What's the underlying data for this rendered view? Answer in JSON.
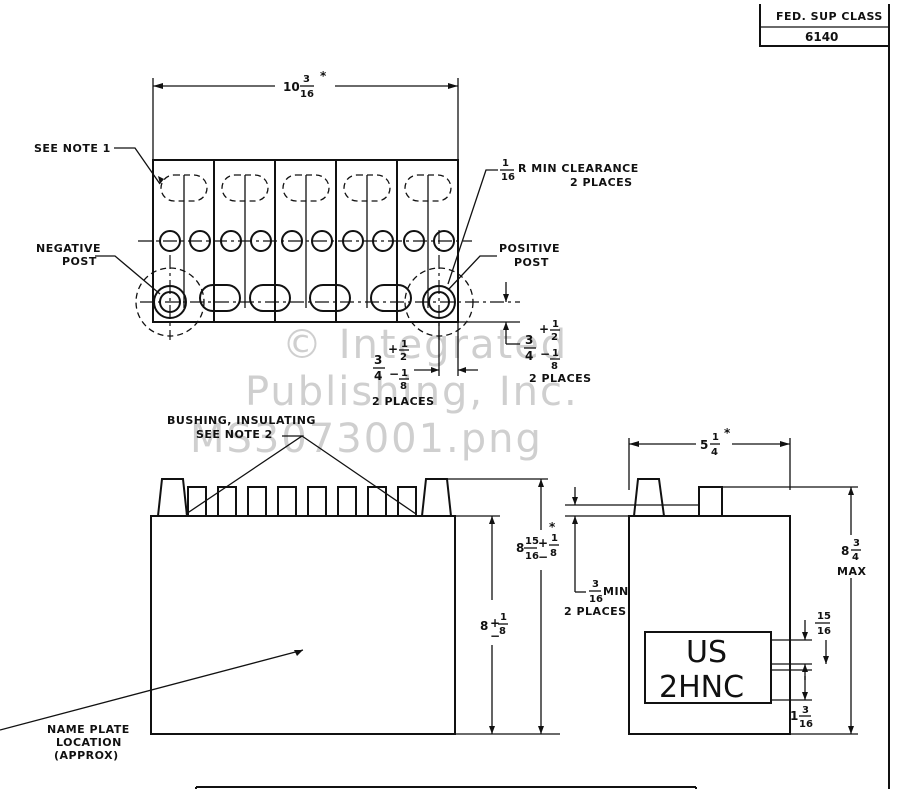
{
  "title_block": {
    "heading": "FED. SUP CLASS",
    "value": "6140"
  },
  "top_view": {
    "width_whole": "10",
    "width_num": "3",
    "width_den": "16",
    "width_star": "*",
    "see_note_1": "SEE NOTE 1",
    "negative_post": [
      "NEGATIVE",
      "POST"
    ],
    "positive_post": [
      "POSITIVE",
      "POST"
    ],
    "clearance": {
      "num": "1",
      "den": "16",
      "text": "R MIN CLEARANCE",
      "places": "2 PLACES"
    },
    "dim_right": {
      "num1": "3",
      "den1": "4",
      "plus_num": "1",
      "plus_den": "2",
      "minus_num": "1",
      "minus_den": "8",
      "places": "2 PLACES"
    },
    "dim_bottom": {
      "num1": "3",
      "den1": "4",
      "plus_num": "1",
      "plus_den": "2",
      "minus_num": "1",
      "minus_den": "8",
      "places": "2 PLACES"
    }
  },
  "watermark": {
    "line1": "© Integrated",
    "line2": "Publishing, Inc.",
    "line3": "MS3073001.png"
  },
  "front_view": {
    "bushing_label": "BUSHING, INSULATING",
    "bushing_note": "SEE NOTE 2",
    "height_overall": {
      "whole": "8",
      "num": "15",
      "den": "16",
      "plus_num": "1",
      "minus_den": "8",
      "star": "*"
    },
    "height_case": {
      "whole": "8",
      "plus_num": "1",
      "minus_den": "8"
    },
    "name_plate": [
      "NAME PLATE",
      "LOCATION",
      "(APPROX)"
    ]
  },
  "side_view": {
    "width_whole": "5",
    "width_num": "1",
    "width_den": "4",
    "width_star": "*",
    "min_dim": {
      "num": "3",
      "den": "16",
      "text": "MIN",
      "places": "2 PLACES"
    },
    "height_max": {
      "whole": "8",
      "num": "3",
      "den": "4",
      "text": "MAX"
    },
    "plate_top": {
      "num": "15",
      "den": "16"
    },
    "plate_bottom": {
      "whole": "1",
      "num": "3",
      "den": "16"
    },
    "marking_line1": "US",
    "marking_line2": "2HNC"
  }
}
